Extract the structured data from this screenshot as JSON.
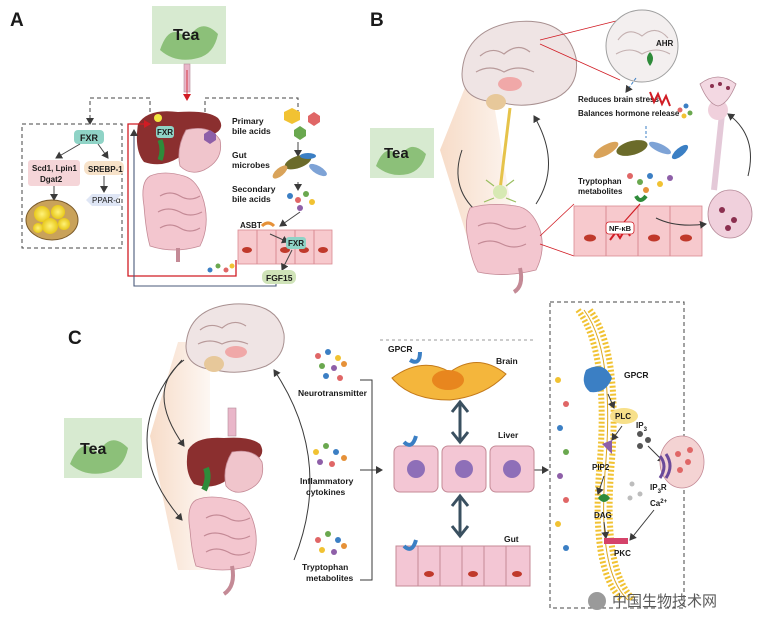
{
  "panelA": {
    "letter": "A",
    "tea": "Tea",
    "fxr_box": "FXR",
    "genes_line1": "Scd1, Lpin1",
    "genes_line2": "Dgat2",
    "srebp": "SREBP-1",
    "ppar": "PPAR-α",
    "liver_fxr": "FXR",
    "primary_1": "Primary",
    "primary_2": "bile acids",
    "gut_1": "Gut",
    "gut_2": "microbes",
    "secondary_1": "Secondary",
    "secondary_2": "bile acids",
    "asbt": "ASBT",
    "fxr_intestine": "FXR",
    "fgf15": "FGF15"
  },
  "panelB": {
    "letter": "B",
    "tea": "Tea",
    "ahr": "AHR",
    "reduces": "Reduces brain stress",
    "balances": "Balances hormone release",
    "trp_1": "Tryptophan",
    "trp_2": "metabolites",
    "nfkb": "NF-κB"
  },
  "panelC": {
    "letter": "C",
    "tea": "Tea",
    "neurotransmitter": "Neurotransmitter",
    "inflam_1": "Inflammatory",
    "inflam_2": "cytokines",
    "trp_1": "Tryptophan",
    "trp_2": "metabolites",
    "gpcr_left": "GPCR",
    "brain": "Brain",
    "liver": "Liver",
    "gut": "Gut",
    "gpcr_right": "GPCR",
    "plc": "PLC",
    "ip3": "IP",
    "ip3_sub": "3",
    "pip2": "PIP2",
    "ip3r": "IP",
    "ip3r_sub": "3",
    "ip3r_r": "R",
    "ca": "Ca",
    "ca_sup": "2+",
    "dag": "DAG",
    "pkc": "PKC"
  },
  "watermark": "中国生物技术网"
}
